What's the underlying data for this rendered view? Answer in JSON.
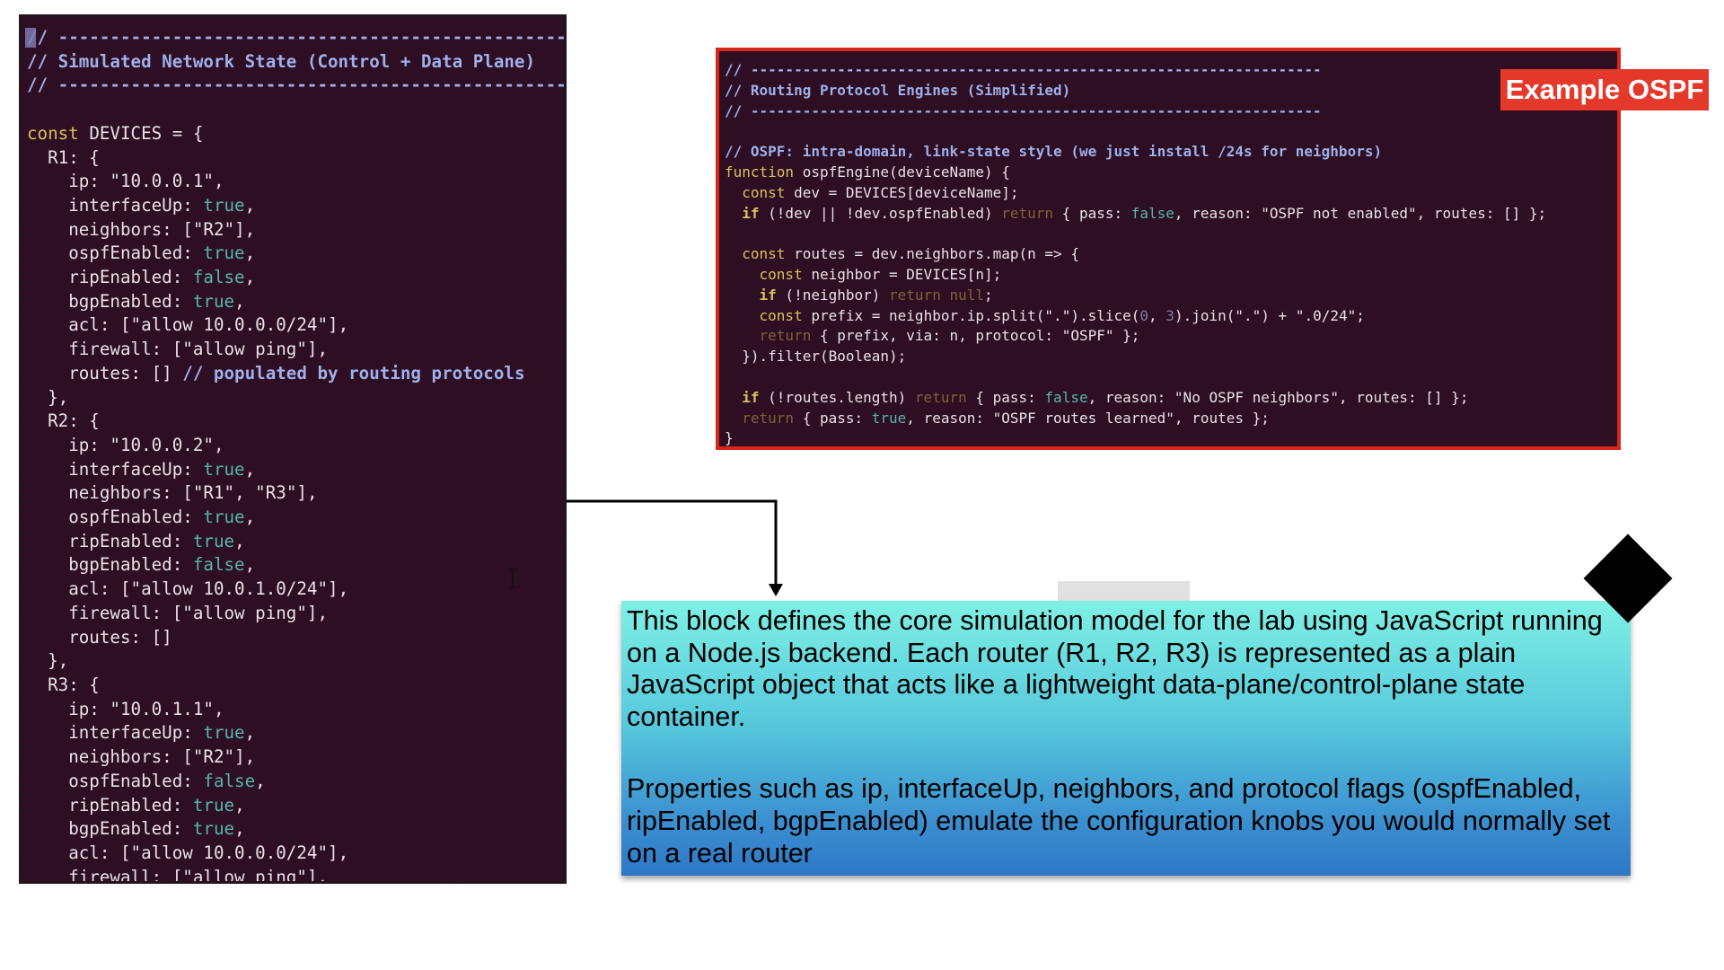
{
  "left_code": {
    "lines": [
      [
        {
          "t": "// -------------------------------------------------------",
          "c": "comment"
        }
      ],
      [
        {
          "t": "// Simulated Network State (Control + Data Plane)",
          "c": "comment"
        }
      ],
      [
        {
          "t": "// -------------------------------------------------------",
          "c": "comment"
        }
      ],
      [],
      [
        {
          "t": "const",
          "c": "kw"
        },
        {
          "t": " DEVICES = {",
          "c": "plain"
        }
      ],
      [
        {
          "t": "  R1: {",
          "c": "plain"
        }
      ],
      [
        {
          "t": "    ip: ",
          "c": "plain"
        },
        {
          "t": "\"10.0.0.1\"",
          "c": "str"
        },
        {
          "t": ",",
          "c": "plain"
        }
      ],
      [
        {
          "t": "    interfaceUp: ",
          "c": "plain"
        },
        {
          "t": "true",
          "c": "bool"
        },
        {
          "t": ",",
          "c": "plain"
        }
      ],
      [
        {
          "t": "    neighbors: [",
          "c": "plain"
        },
        {
          "t": "\"R2\"",
          "c": "str"
        },
        {
          "t": "],",
          "c": "plain"
        }
      ],
      [
        {
          "t": "    ospfEnabled: ",
          "c": "plain"
        },
        {
          "t": "true",
          "c": "bool"
        },
        {
          "t": ",",
          "c": "plain"
        }
      ],
      [
        {
          "t": "    ripEnabled: ",
          "c": "plain"
        },
        {
          "t": "false",
          "c": "bool"
        },
        {
          "t": ",",
          "c": "plain"
        }
      ],
      [
        {
          "t": "    bgpEnabled: ",
          "c": "plain"
        },
        {
          "t": "true",
          "c": "bool"
        },
        {
          "t": ",",
          "c": "plain"
        }
      ],
      [
        {
          "t": "    acl: [",
          "c": "plain"
        },
        {
          "t": "\"allow 10.0.0.0/24\"",
          "c": "str"
        },
        {
          "t": "],",
          "c": "plain"
        }
      ],
      [
        {
          "t": "    firewall: [",
          "c": "plain"
        },
        {
          "t": "\"allow ping\"",
          "c": "str"
        },
        {
          "t": "],",
          "c": "plain"
        }
      ],
      [
        {
          "t": "    routes: [] ",
          "c": "plain"
        },
        {
          "t": "// populated by routing protocols",
          "c": "comment"
        }
      ],
      [
        {
          "t": "  },",
          "c": "plain"
        }
      ],
      [
        {
          "t": "  R2: {",
          "c": "plain"
        }
      ],
      [
        {
          "t": "    ip: ",
          "c": "plain"
        },
        {
          "t": "\"10.0.0.2\"",
          "c": "str"
        },
        {
          "t": ",",
          "c": "plain"
        }
      ],
      [
        {
          "t": "    interfaceUp: ",
          "c": "plain"
        },
        {
          "t": "true",
          "c": "bool"
        },
        {
          "t": ",",
          "c": "plain"
        }
      ],
      [
        {
          "t": "    neighbors: [",
          "c": "plain"
        },
        {
          "t": "\"R1\"",
          "c": "str"
        },
        {
          "t": ", ",
          "c": "plain"
        },
        {
          "t": "\"R3\"",
          "c": "str"
        },
        {
          "t": "],",
          "c": "plain"
        }
      ],
      [
        {
          "t": "    ospfEnabled: ",
          "c": "plain"
        },
        {
          "t": "true",
          "c": "bool"
        },
        {
          "t": ",",
          "c": "plain"
        }
      ],
      [
        {
          "t": "    ripEnabled: ",
          "c": "plain"
        },
        {
          "t": "true",
          "c": "bool"
        },
        {
          "t": ",",
          "c": "plain"
        }
      ],
      [
        {
          "t": "    bgpEnabled: ",
          "c": "plain"
        },
        {
          "t": "false",
          "c": "bool"
        },
        {
          "t": ",",
          "c": "plain"
        }
      ],
      [
        {
          "t": "    acl: [",
          "c": "plain"
        },
        {
          "t": "\"allow 10.0.1.0/24\"",
          "c": "str"
        },
        {
          "t": "],",
          "c": "plain"
        }
      ],
      [
        {
          "t": "    firewall: [",
          "c": "plain"
        },
        {
          "t": "\"allow ping\"",
          "c": "str"
        },
        {
          "t": "],",
          "c": "plain"
        }
      ],
      [
        {
          "t": "    routes: []",
          "c": "plain"
        }
      ],
      [
        {
          "t": "  },",
          "c": "plain"
        }
      ],
      [
        {
          "t": "  R3: {",
          "c": "plain"
        }
      ],
      [
        {
          "t": "    ip: ",
          "c": "plain"
        },
        {
          "t": "\"10.0.1.1\"",
          "c": "str"
        },
        {
          "t": ",",
          "c": "plain"
        }
      ],
      [
        {
          "t": "    interfaceUp: ",
          "c": "plain"
        },
        {
          "t": "true",
          "c": "bool"
        },
        {
          "t": ",",
          "c": "plain"
        }
      ],
      [
        {
          "t": "    neighbors: [",
          "c": "plain"
        },
        {
          "t": "\"R2\"",
          "c": "str"
        },
        {
          "t": "],",
          "c": "plain"
        }
      ],
      [
        {
          "t": "    ospfEnabled: ",
          "c": "plain"
        },
        {
          "t": "false",
          "c": "bool"
        },
        {
          "t": ",",
          "c": "plain"
        }
      ],
      [
        {
          "t": "    ripEnabled: ",
          "c": "plain"
        },
        {
          "t": "true",
          "c": "bool"
        },
        {
          "t": ",",
          "c": "plain"
        }
      ],
      [
        {
          "t": "    bgpEnabled: ",
          "c": "plain"
        },
        {
          "t": "true",
          "c": "bool"
        },
        {
          "t": ",",
          "c": "plain"
        }
      ],
      [
        {
          "t": "    acl: [",
          "c": "plain"
        },
        {
          "t": "\"allow 10.0.0.0/24\"",
          "c": "str"
        },
        {
          "t": "],",
          "c": "plain"
        }
      ],
      [
        {
          "t": "    firewall: [",
          "c": "plain"
        },
        {
          "t": "\"allow ping\"",
          "c": "str"
        },
        {
          "t": "],",
          "c": "plain"
        }
      ]
    ]
  },
  "right_code": {
    "lines": [
      [
        {
          "t": "// ------------------------------------------------------------------",
          "c": "comment"
        }
      ],
      [
        {
          "t": "// Routing Protocol Engines (Simplified)",
          "c": "comment"
        }
      ],
      [
        {
          "t": "// ------------------------------------------------------------------",
          "c": "comment"
        }
      ],
      [],
      [
        {
          "t": "// OSPF: intra-domain, link-state style (we just install /24s for neighbors)",
          "c": "comment"
        }
      ],
      [
        {
          "t": "function",
          "c": "kw"
        },
        {
          "t": " ospfEngine(deviceName) {",
          "c": "plain"
        }
      ],
      [
        {
          "t": "  ",
          "c": "plain"
        },
        {
          "t": "const",
          "c": "kw"
        },
        {
          "t": " dev = DEVICES[deviceName];",
          "c": "plain"
        }
      ],
      [
        {
          "t": "  ",
          "c": "plain"
        },
        {
          "t": "if",
          "c": "kwb"
        },
        {
          "t": " (!dev || !dev.ospfEnabled) ",
          "c": "plain"
        },
        {
          "t": "return",
          "c": "kwdim"
        },
        {
          "t": " { pass: ",
          "c": "plain"
        },
        {
          "t": "false",
          "c": "bool"
        },
        {
          "t": ", reason: ",
          "c": "plain"
        },
        {
          "t": "\"OSPF not enabled\"",
          "c": "str"
        },
        {
          "t": ", routes: [] };",
          "c": "plain"
        }
      ],
      [],
      [
        {
          "t": "  ",
          "c": "plain"
        },
        {
          "t": "const",
          "c": "kw"
        },
        {
          "t": " routes = dev.neighbors.map(n => {",
          "c": "plain"
        }
      ],
      [
        {
          "t": "    ",
          "c": "plain"
        },
        {
          "t": "const",
          "c": "kw"
        },
        {
          "t": " neighbor = DEVICES[n];",
          "c": "plain"
        }
      ],
      [
        {
          "t": "    ",
          "c": "plain"
        },
        {
          "t": "if",
          "c": "kwb"
        },
        {
          "t": " (!neighbor) ",
          "c": "plain"
        },
        {
          "t": "return",
          "c": "kwdim"
        },
        {
          "t": " ",
          "c": "plain"
        },
        {
          "t": "null",
          "c": "kwdim"
        },
        {
          "t": ";",
          "c": "plain"
        }
      ],
      [
        {
          "t": "    ",
          "c": "plain"
        },
        {
          "t": "const",
          "c": "kw"
        },
        {
          "t": " prefix = neighbor.ip.split(",
          "c": "plain"
        },
        {
          "t": "\".\"",
          "c": "str"
        },
        {
          "t": ").slice(",
          "c": "plain"
        },
        {
          "t": "0",
          "c": "num"
        },
        {
          "t": ", ",
          "c": "plain"
        },
        {
          "t": "3",
          "c": "num"
        },
        {
          "t": ").join(",
          "c": "plain"
        },
        {
          "t": "\".\"",
          "c": "str"
        },
        {
          "t": ") + ",
          "c": "plain"
        },
        {
          "t": "\".0/24\"",
          "c": "str"
        },
        {
          "t": ";",
          "c": "plain"
        }
      ],
      [
        {
          "t": "    ",
          "c": "plain"
        },
        {
          "t": "return",
          "c": "kwdim"
        },
        {
          "t": " { prefix, via: n, protocol: ",
          "c": "plain"
        },
        {
          "t": "\"OSPF\"",
          "c": "str"
        },
        {
          "t": " };",
          "c": "plain"
        }
      ],
      [
        {
          "t": "  }).filter(Boolean);",
          "c": "plain"
        }
      ],
      [],
      [
        {
          "t": "  ",
          "c": "plain"
        },
        {
          "t": "if",
          "c": "kwb"
        },
        {
          "t": " (!routes.length) ",
          "c": "plain"
        },
        {
          "t": "return",
          "c": "kwdim"
        },
        {
          "t": " { pass: ",
          "c": "plain"
        },
        {
          "t": "false",
          "c": "bool"
        },
        {
          "t": ", reason: ",
          "c": "plain"
        },
        {
          "t": "\"No OSPF neighbors\"",
          "c": "str"
        },
        {
          "t": ", routes: [] };",
          "c": "plain"
        }
      ],
      [
        {
          "t": "  ",
          "c": "plain"
        },
        {
          "t": "return",
          "c": "kwdim"
        },
        {
          "t": " { pass: ",
          "c": "plain"
        },
        {
          "t": "true",
          "c": "bool"
        },
        {
          "t": ", reason: ",
          "c": "plain"
        },
        {
          "t": "\"OSPF routes learned\"",
          "c": "str"
        },
        {
          "t": ", routes };",
          "c": "plain"
        }
      ],
      [
        {
          "t": "}",
          "c": "plain"
        }
      ]
    ]
  },
  "badge": {
    "label": "Example OSPF"
  },
  "description": {
    "paragraph_1": "This block defines the core simulation model for the lab using JavaScript running on a Node.js backend. Each router (R1, R2, R3) is represented as a plain JavaScript object that acts like a lightweight data-plane/control-plane state container.",
    "paragraph_2": "Properties such as ip, interfaceUp, neighbors, and protocol flags (ospfEnabled, ripEnabled, bgpEnabled) emulate the configuration knobs you would normally set on a real router"
  },
  "colors": {
    "code_background": "#2d0e22",
    "badge_red": "#e4382b",
    "panel_border_red": "#d8261b",
    "comment_blue": "#9fb0ea",
    "keyword_yellow": "#d9c25a",
    "boolean_teal": "#57b6aa"
  },
  "icons": {
    "cursor": "text-cursor-ibeam-icon",
    "arrow": "arrow-down-icon",
    "diamond": "diamond-shape"
  }
}
